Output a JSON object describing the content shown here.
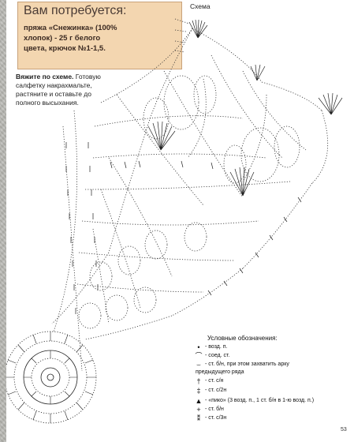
{
  "info_box": {
    "title": "Вам потребуется:",
    "lines": [
      "пряжа «Снежинка» (100%",
      "хлопок) - 25 г белого",
      "цвета, крючок №1-1,5."
    ]
  },
  "instructions": {
    "bold_intro": "Вяжите по схеме.",
    "lines": [
      " Готовую",
      "салфетку накрахмальте,",
      "растяните и оставьте до",
      "полного высыхания."
    ]
  },
  "scheme_title": "Схема",
  "legend": {
    "title": "Условные обозначения:",
    "items": [
      {
        "symbol": "•",
        "text": "- возд. п."
      },
      {
        "symbol": "⌒",
        "text": "- соед. ст."
      },
      {
        "symbol": "⌣",
        "text": "- ст. б/н, при этом захватить арку"
      },
      {
        "symbol": "",
        "text": "предыдущего ряда"
      },
      {
        "symbol": "†",
        "text": "- ст. с/н"
      },
      {
        "symbol": "‡",
        "text": "- ст. с/2н"
      },
      {
        "symbol": "▲",
        "text": "- «пико» (3 возд. п., 1 ст. б/н в 1-ю возд. п.)"
      },
      {
        "symbol": "+",
        "text": "- ст. б/н"
      },
      {
        "symbol": "⁑",
        "text": "- ст. с/3н"
      }
    ]
  },
  "page_number": "53"
}
